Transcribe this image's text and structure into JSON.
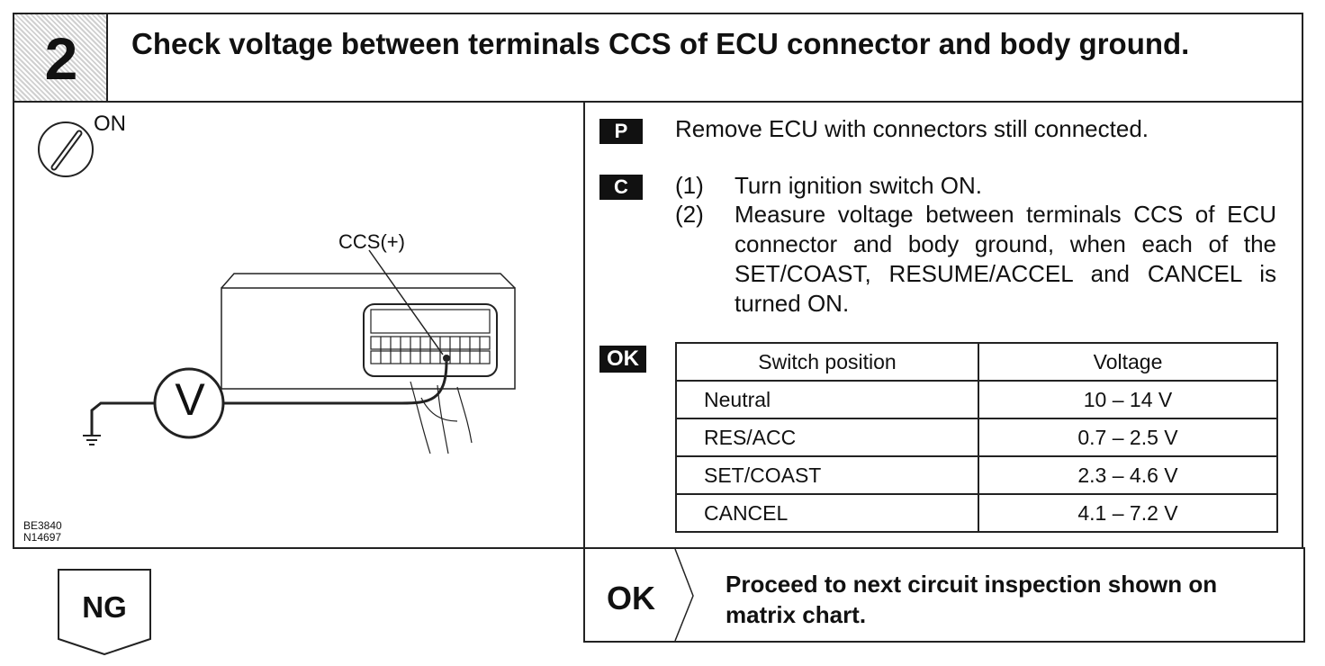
{
  "header": {
    "step_number": "2",
    "title": "Check voltage between terminals CCS of ECU connector and body ground."
  },
  "diagram": {
    "ignition_label": "ON",
    "terminal_label": "CCS(+)",
    "meter_label": "V",
    "figure_codes": [
      "BE3840",
      "N14697"
    ],
    "icons": [
      "ignition-key-icon",
      "voltmeter-icon",
      "ground-icon",
      "ecu-connector-icon"
    ]
  },
  "procedure": {
    "prep_tag": "P",
    "prep_text": "Remove ECU with connectors still connected.",
    "check_tag": "C",
    "steps": [
      {
        "num": "(1)",
        "text": "Turn ignition switch ON."
      },
      {
        "num": "(2)",
        "text": "Measure voltage between terminals CCS of ECU connector and body ground, when each of the SET/COAST, RESUME/ACCEL and CANCEL is turned ON."
      }
    ],
    "ok_tag": "OK"
  },
  "spec_table": {
    "headers": [
      "Switch position",
      "Voltage"
    ],
    "rows": [
      [
        "Neutral",
        "10 – 14 V"
      ],
      [
        "RES/ACC",
        "0.7 – 2.5 V"
      ],
      [
        "SET/COAST",
        "2.3 – 4.6 V"
      ],
      [
        "CANCEL",
        "4.1 – 7.2 V"
      ]
    ]
  },
  "results": {
    "ng_label": "NG",
    "ok_label": "OK",
    "ok_text": "Proceed to next circuit inspection shown on matrix chart."
  }
}
